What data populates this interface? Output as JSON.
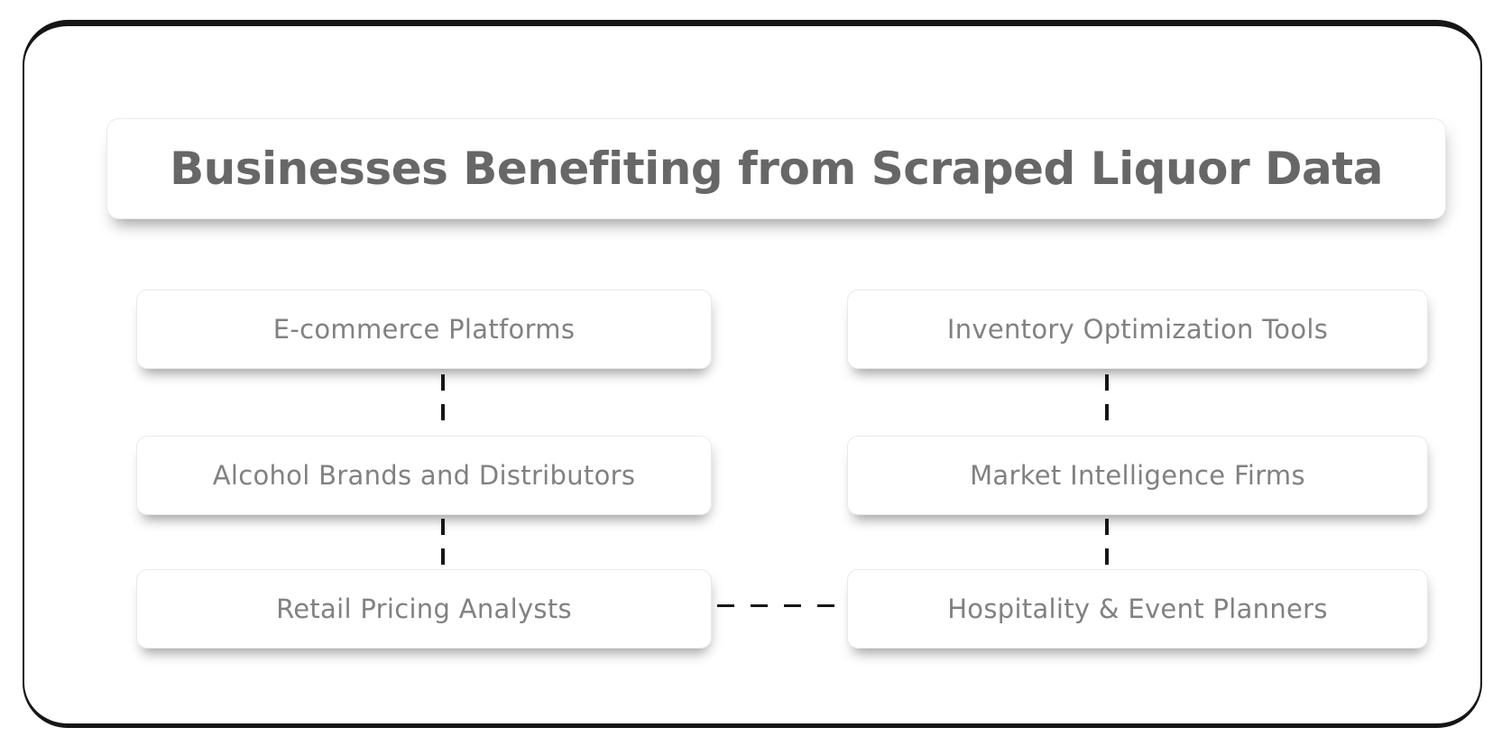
{
  "title": {
    "text": "Businesses Benefiting from Scraped Liquor Data"
  },
  "nodes": [
    {
      "label": "E-commerce Platforms"
    },
    {
      "label": "Alcohol Brands and Distributors"
    },
    {
      "label": "Retail Pricing Analysts"
    },
    {
      "label": "Inventory Optimization Tools"
    },
    {
      "label": "Market Intelligence Firms"
    },
    {
      "label": "Hospitality & Event Planners"
    }
  ],
  "colors": {
    "title_text": "#676767",
    "node_label_text": "#818181",
    "frame_border": "#161616",
    "connector": "#161616",
    "background": "#ffffff"
  }
}
